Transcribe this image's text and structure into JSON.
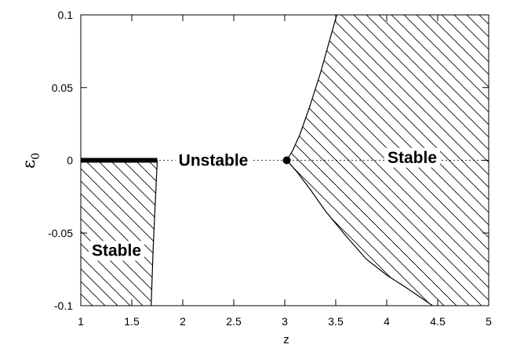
{
  "chart_data": {
    "type": "area",
    "xlabel": "z",
    "ylabel": "ε",
    "ylabel_subscript": "0",
    "xlim": [
      1,
      5
    ],
    "ylim": [
      -0.1,
      0.1
    ],
    "x_ticks": [
      {
        "value": 1,
        "label": "1"
      },
      {
        "value": 1.5,
        "label": "1.5"
      },
      {
        "value": 2,
        "label": "2"
      },
      {
        "value": 2.5,
        "label": "2.5"
      },
      {
        "value": 3,
        "label": "3"
      },
      {
        "value": 3.5,
        "label": "3.5"
      },
      {
        "value": 4,
        "label": "4"
      },
      {
        "value": 4.5,
        "label": "4.5"
      },
      {
        "value": 5,
        "label": "5"
      }
    ],
    "y_ticks": [
      {
        "value": -0.1,
        "label": "-0.1"
      },
      {
        "value": -0.05,
        "label": "-0.05"
      },
      {
        "value": 0,
        "label": "0"
      },
      {
        "value": 0.05,
        "label": "0.05"
      },
      {
        "value": 0.1,
        "label": "0.1"
      }
    ],
    "reference_line": {
      "y": 0,
      "style": "dotted"
    },
    "left_stable_boundary": [
      [
        1.69,
        -0.1
      ],
      [
        1.71,
        -0.06
      ],
      [
        1.73,
        -0.03
      ],
      [
        1.75,
        0
      ]
    ],
    "right_upper_boundary": [
      [
        3.02,
        0
      ],
      [
        3.08,
        0.007
      ],
      [
        3.15,
        0.018
      ],
      [
        3.25,
        0.038
      ],
      [
        3.35,
        0.06
      ],
      [
        3.45,
        0.085
      ],
      [
        3.51,
        0.1
      ]
    ],
    "right_lower_boundary": [
      [
        3.02,
        0
      ],
      [
        3.12,
        -0.008
      ],
      [
        3.25,
        -0.02
      ],
      [
        3.4,
        -0.035
      ],
      [
        3.6,
        -0.052
      ],
      [
        3.8,
        -0.068
      ],
      [
        4.0,
        -0.079
      ],
      [
        4.2,
        -0.088
      ],
      [
        4.45,
        -0.1
      ]
    ],
    "thick_segment": {
      "x": [
        1,
        1.75
      ],
      "y": 0
    },
    "critical_point": {
      "x": 3.02,
      "y": 0
    },
    "regions": [
      {
        "label": "Stable",
        "x": 1.35,
        "y": -0.062
      },
      {
        "label": "Unstable",
        "x": 2.3,
        "y": 0
      },
      {
        "label": "Stable",
        "x": 4.25,
        "y": 0.002
      }
    ]
  }
}
